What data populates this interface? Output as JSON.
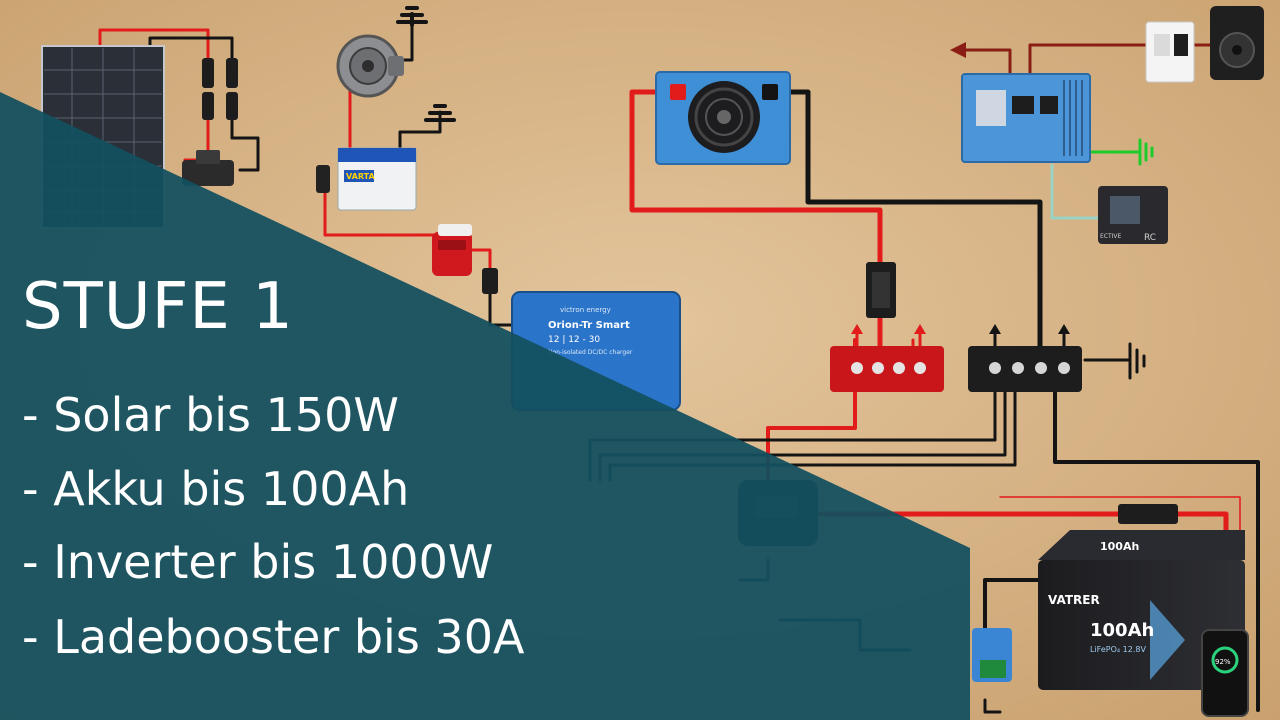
{
  "heading": "STUFE 1",
  "features": [
    "- Solar bis 150W",
    "- Akku bis 100Ah",
    "- Inverter bis 1000W",
    "- Ladebooster bis 30A"
  ],
  "labels": {
    "starter_battery": "VARTA",
    "booster_brand": "victron energy",
    "booster_name": "Orion-Tr Smart",
    "booster_spec": "12 | 12 - 30",
    "booster_desc": "Non-isolated DC/DC charger",
    "battery_brand": "VATRER",
    "battery_top": "100Ah",
    "battery_capacity": "100Ah",
    "battery_chem": "LiFePO₄ 12.8V",
    "display_brand": "ECTIVE",
    "display_logo": "RC",
    "phone_reading": "92%"
  },
  "colors": {
    "background": "#d9b88e",
    "overlay": "#13505f",
    "positive": "#e21b1b",
    "negative": "#141414",
    "ac_line": "#8a1e14",
    "earth": "#1ccc2a",
    "signal": "#9ad2c3",
    "device_blue": "#3e8fd6",
    "victron_blue": "#2a74c9",
    "busbar_red": "#c9161b"
  },
  "icons": [
    "solar-panel-icon",
    "alternator-icon",
    "ground-icon",
    "fan-icon",
    "arrow-up-icon",
    "arrow-left-icon",
    "phone-icon"
  ]
}
